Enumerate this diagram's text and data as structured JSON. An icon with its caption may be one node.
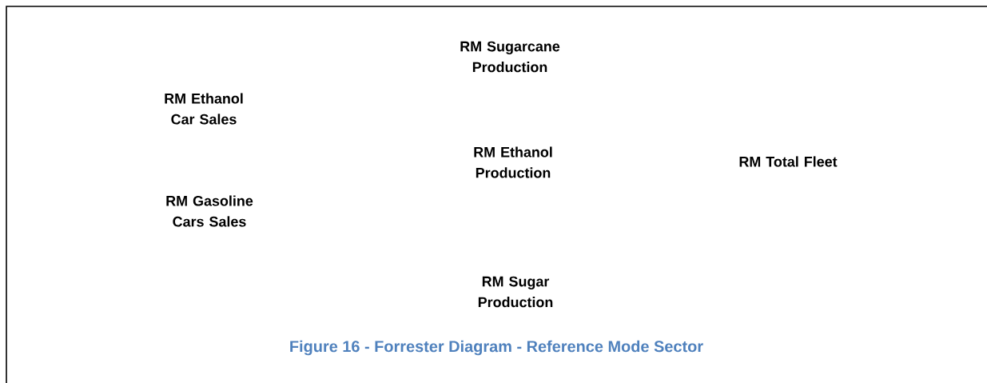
{
  "diagram": {
    "caption": "Figure 16 - Forrester Diagram - Reference Mode Sector",
    "labels": [
      "RM Sugarcane Production",
      "RM Ethanol Car Sales",
      "RM Ethanol Production",
      "RM Total Fleet",
      "RM Gasoline Cars Sales",
      "RM Sugar Production"
    ]
  }
}
